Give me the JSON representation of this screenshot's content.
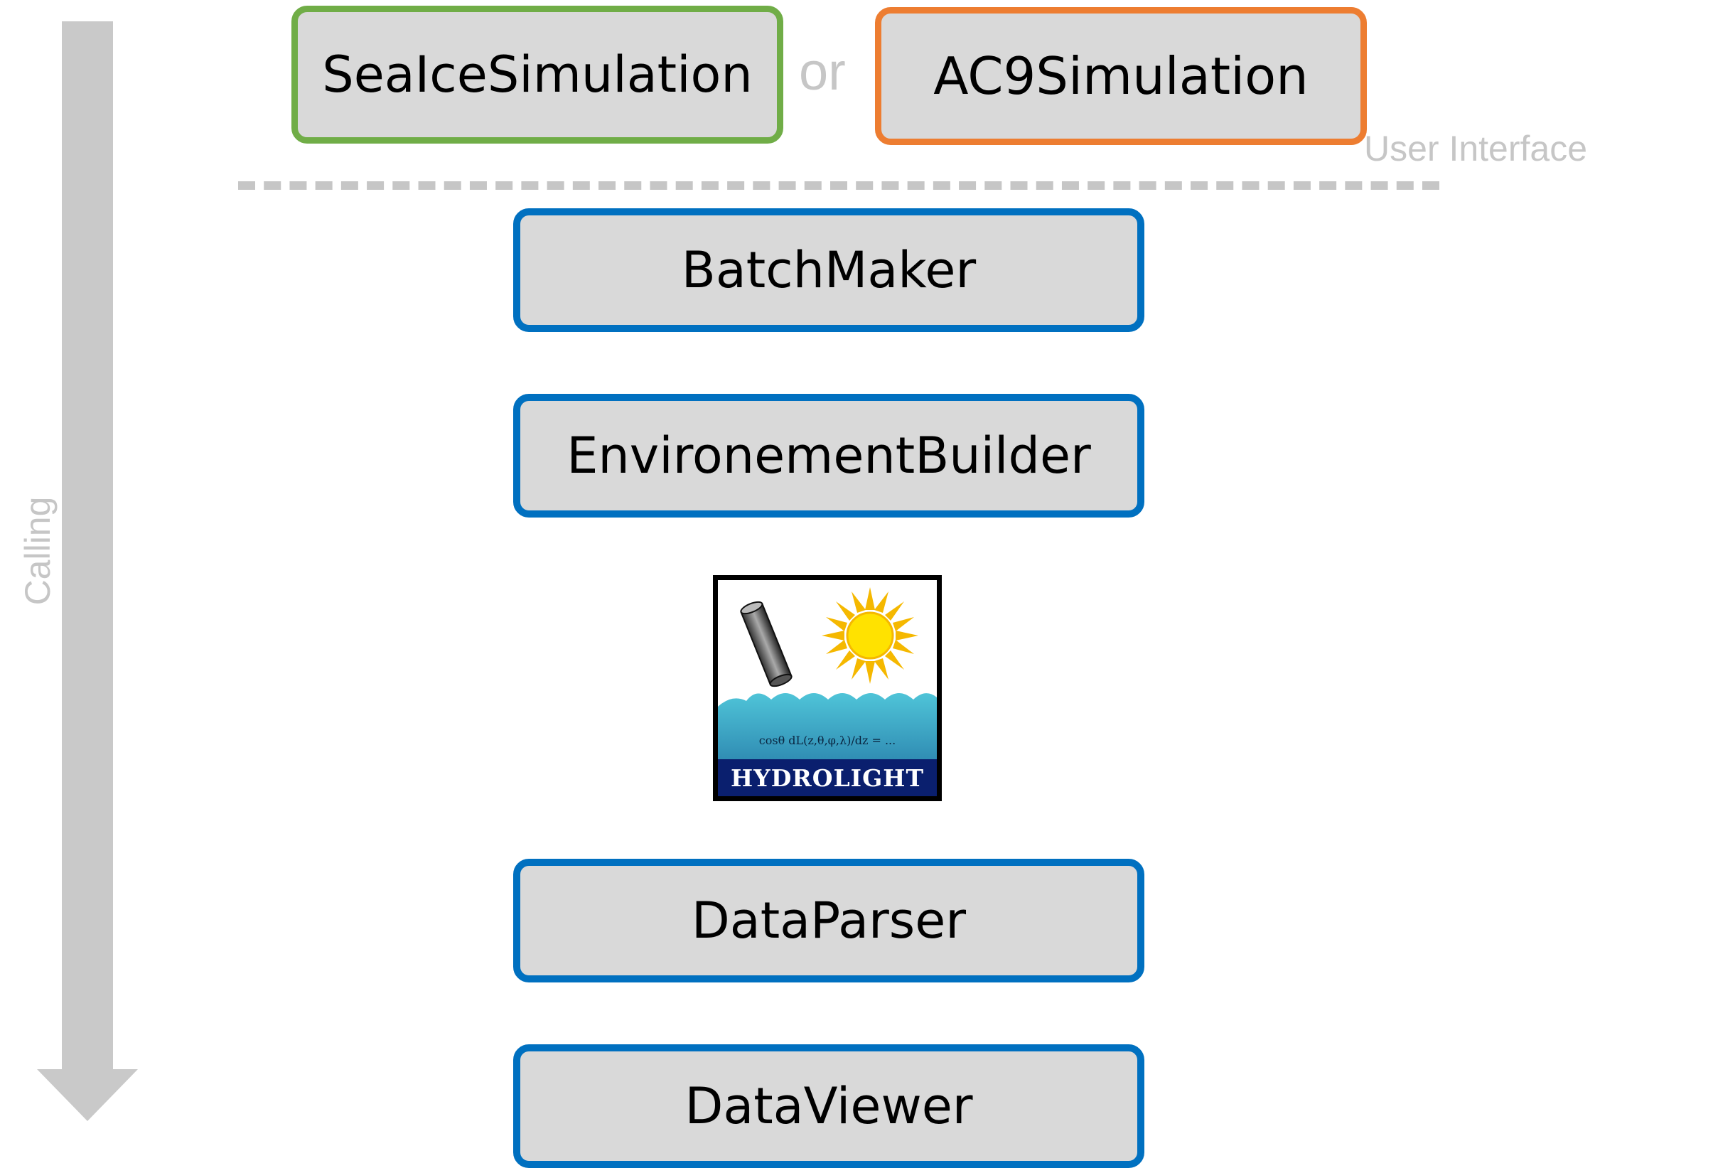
{
  "labels": {
    "calling": "Calling",
    "or": "or",
    "user_interface": "User Interface"
  },
  "interface_boxes": [
    {
      "label": "SeaIceSimulation",
      "border_color": "#70ad47"
    },
    {
      "label": "AC9Simulation",
      "border_color": "#ed7d31"
    }
  ],
  "pipeline_boxes": [
    {
      "label": "BatchMaker",
      "border_color": "#0070c0"
    },
    {
      "label": "EnvironementBuilder",
      "border_color": "#0070c0"
    },
    {
      "label": "DataParser",
      "border_color": "#0070c0"
    },
    {
      "label": "DataViewer",
      "border_color": "#0070c0"
    }
  ],
  "logo": {
    "name": "HYDROLIGHT",
    "equation": "cosθ dL(z,θ,φ,λ)/dz = ...",
    "icons": [
      "cylinder-instrument-icon",
      "sun-icon",
      "wave-icon"
    ]
  }
}
